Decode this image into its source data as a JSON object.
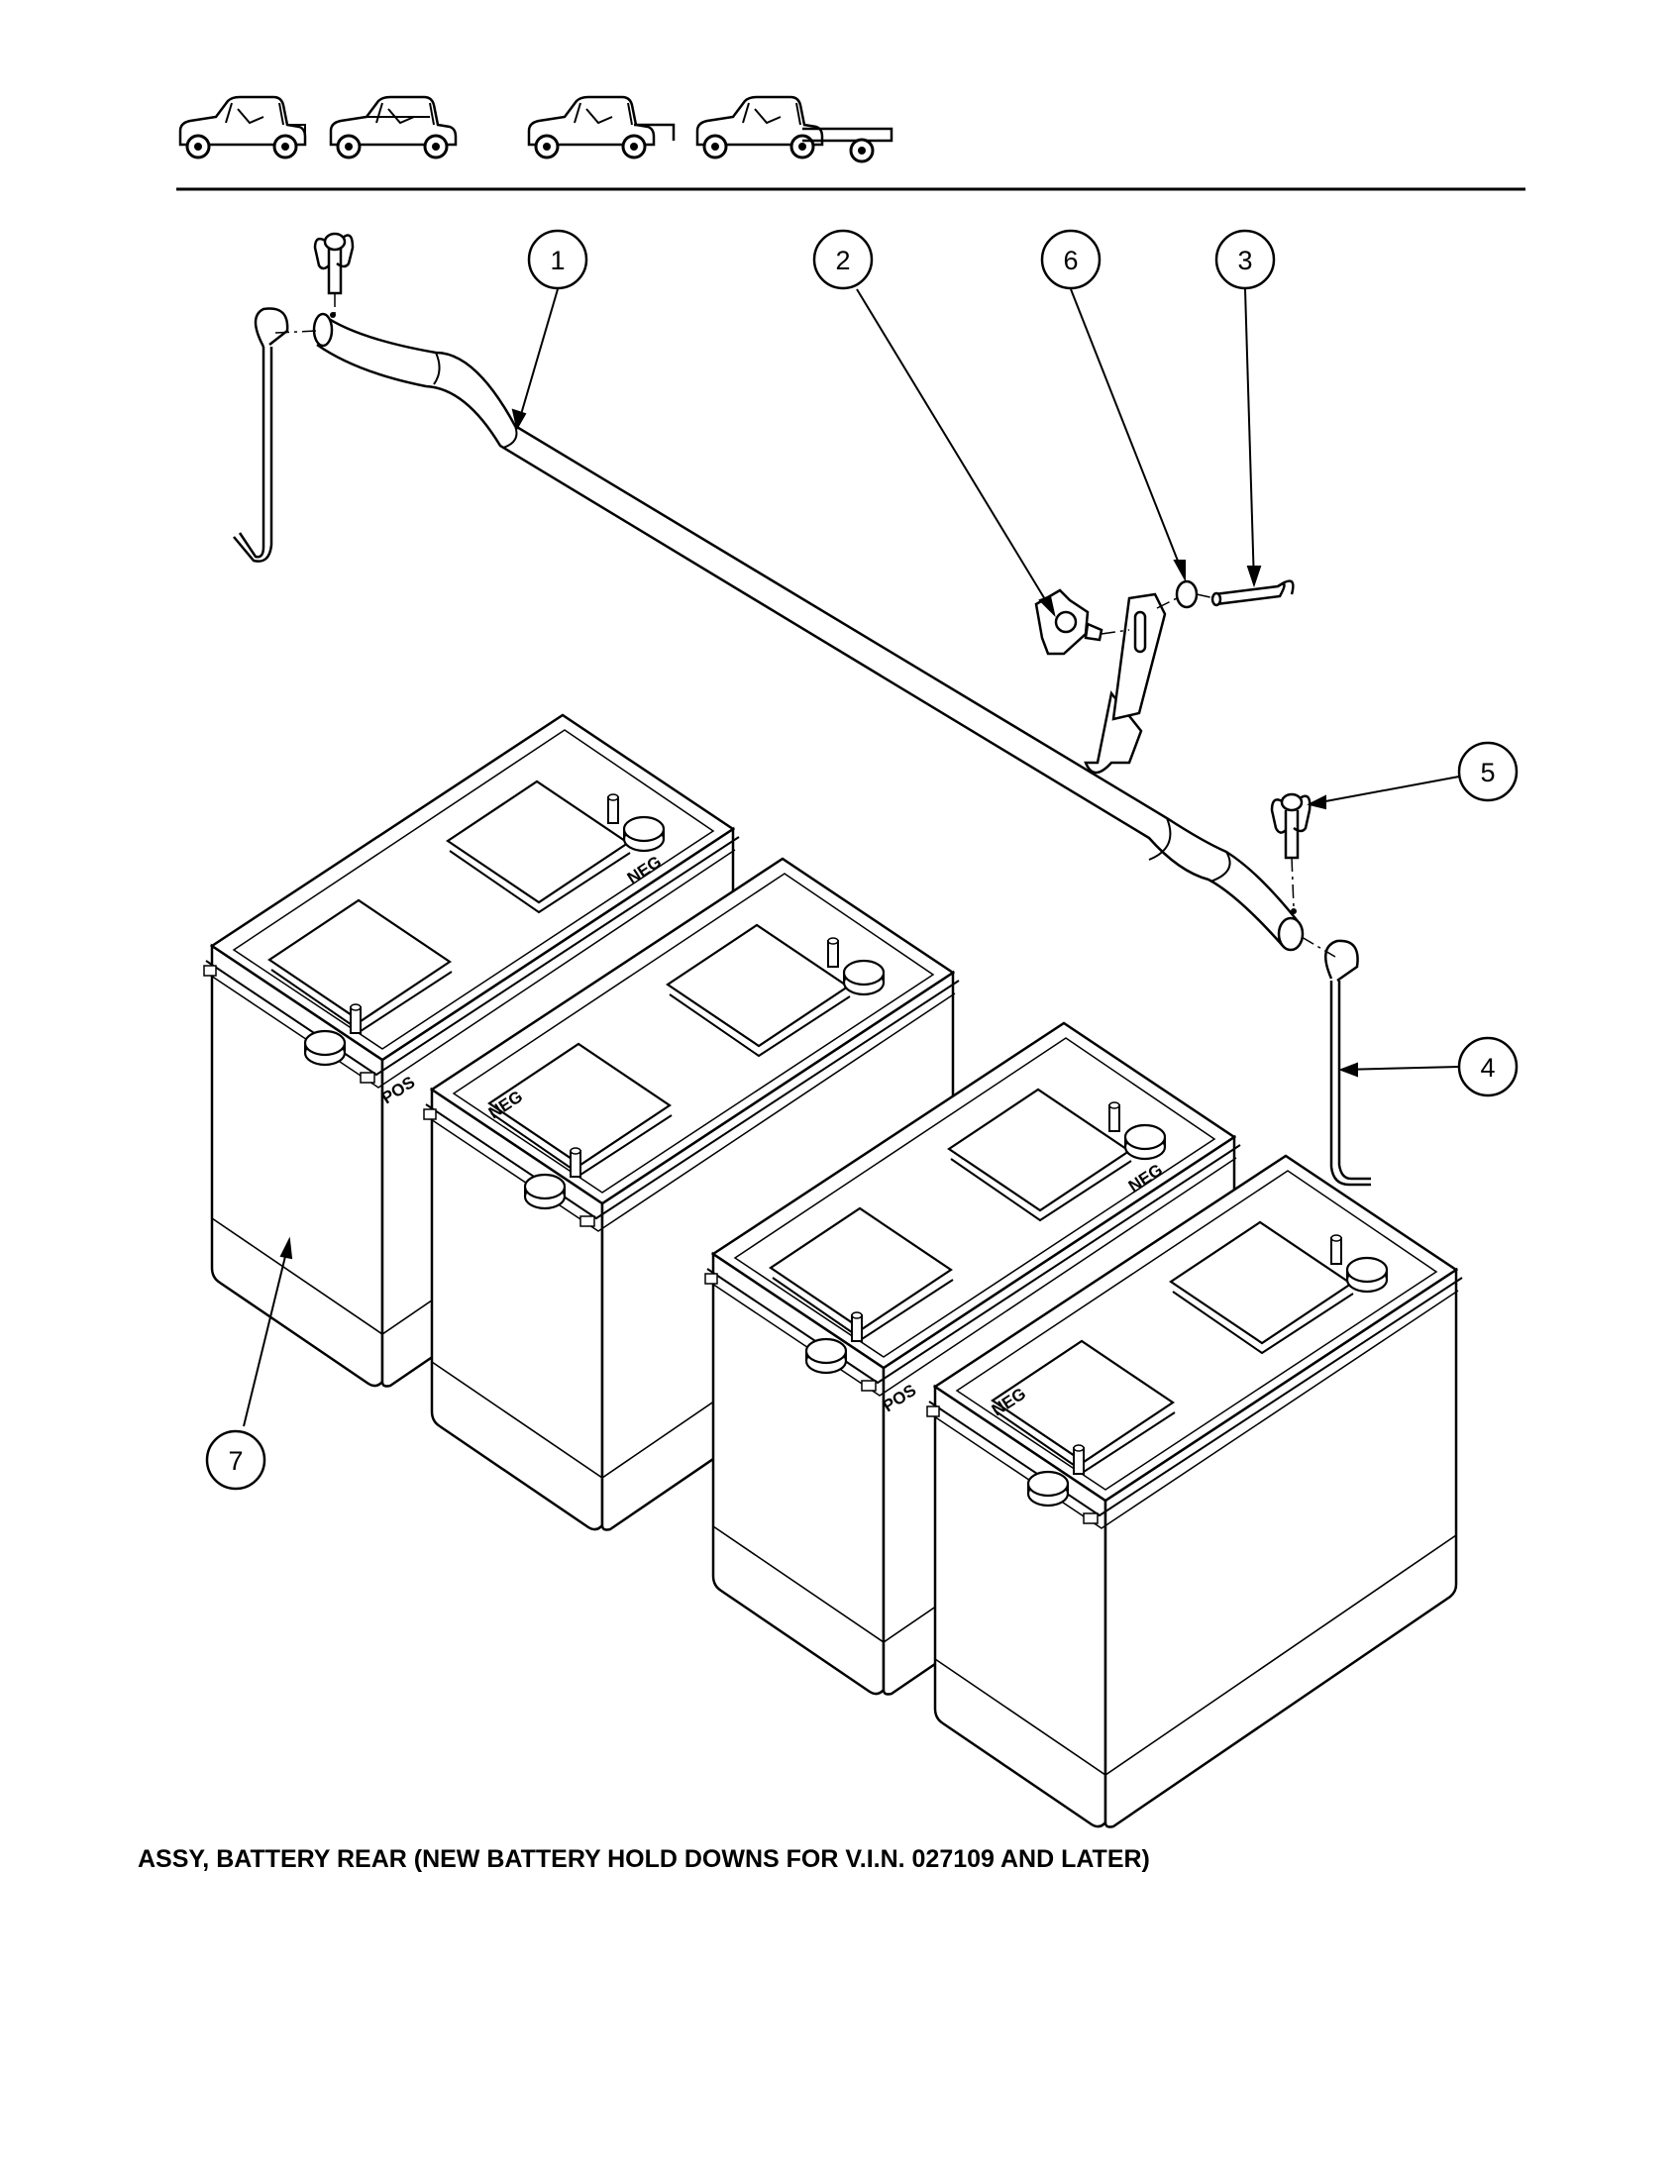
{
  "callouts": [
    "1",
    "2",
    "3",
    "4",
    "5",
    "6",
    "7"
  ],
  "terminals": {
    "pos": "POS",
    "neg": "NEG"
  },
  "vehicle_icons": [
    "2-seat-vehicle-icon",
    "4-seat-vehicle-icon",
    "short-bed-vehicle-icon",
    "flatbed-vehicle-icon"
  ],
  "caption": "ASSY, BATTERY REAR (NEW BATTERY HOLD DOWNS FOR V.I.N. 027109 AND LATER)",
  "colors": {
    "ink": "#000000",
    "paper": "#ffffff"
  }
}
